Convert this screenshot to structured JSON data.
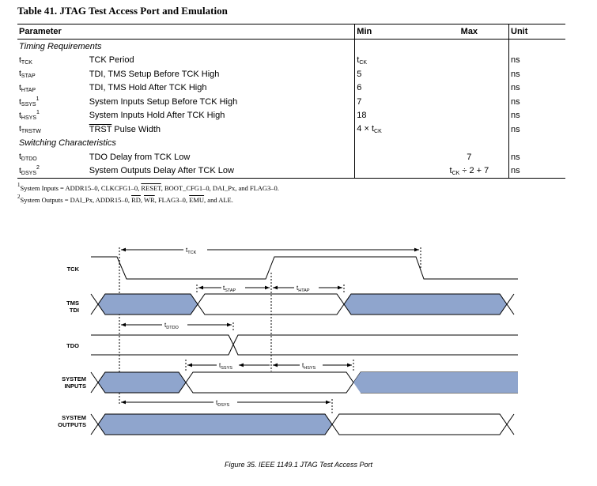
{
  "table": {
    "title": "Table 41.  JTAG Test Access Port and Emulation",
    "headers": {
      "parameter": "Parameter",
      "min": "Min",
      "max": "Max",
      "unit": "Unit"
    },
    "sections": [
      {
        "name": "Timing Requirements",
        "rows": [
          {
            "sym": "t",
            "sub": "TCK",
            "sup": "",
            "desc": "TCK Period",
            "desc_over": "",
            "desc_rest": "",
            "min": "t",
            "min_sub": "CK",
            "min_pre": "",
            "max": "",
            "unit": "ns"
          },
          {
            "sym": "t",
            "sub": "STAP",
            "sup": "",
            "desc": "TDI, TMS Setup Before TCK High",
            "desc_over": "",
            "desc_rest": "",
            "min": "5",
            "min_sub": "",
            "min_pre": "",
            "max": "",
            "unit": "ns"
          },
          {
            "sym": "t",
            "sub": "HTAP",
            "sup": "",
            "desc": "TDI, TMS Hold After TCK High",
            "desc_over": "",
            "desc_rest": "",
            "min": "6",
            "min_sub": "",
            "min_pre": "",
            "max": "",
            "unit": "ns"
          },
          {
            "sym": "t",
            "sub": "SSYS",
            "sup": "1",
            "desc": "System Inputs Setup Before TCK High",
            "desc_over": "",
            "desc_rest": "",
            "min": "7",
            "min_sub": "",
            "min_pre": "",
            "max": "",
            "unit": "ns"
          },
          {
            "sym": "t",
            "sub": "HSYS",
            "sup": "1",
            "desc": "System Inputs Hold After TCK High",
            "desc_over": "",
            "desc_rest": "",
            "min": "18",
            "min_sub": "",
            "min_pre": "",
            "max": "",
            "unit": "ns"
          },
          {
            "sym": "t",
            "sub": "TRSTW",
            "sup": "",
            "desc": "",
            "desc_over": "TRST",
            "desc_rest": " Pulse Width",
            "min": "t",
            "min_sub": "CK",
            "min_pre": "4 × ",
            "max": "",
            "unit": "ns"
          }
        ]
      },
      {
        "name": "Switching Characteristics",
        "rows": [
          {
            "sym": "t",
            "sub": "DTDO",
            "sup": "",
            "desc": "TDO Delay from TCK Low",
            "max": "7",
            "max_sub": "",
            "max_rest": "",
            "unit": "ns"
          },
          {
            "sym": "t",
            "sub": "DSYS",
            "sup": "2",
            "desc": "System Outputs Delay After TCK Low",
            "max": "t",
            "max_sub": "CK",
            "max_rest": " ÷ 2 + 7",
            "unit": "ns"
          }
        ]
      }
    ]
  },
  "notes": {
    "n1_mark": "1",
    "n1_a": "System Inputs = ADDR15–0, CLKCFG1–0, ",
    "n1_over": "RESET",
    "n1_b": ", BOOT_CFG1–0, DAI_Px, and FLAG3–0.",
    "n2_mark": "2",
    "n2_a": "System Outputs = DAI_Px, ADDR15–0, ",
    "n2_rd": "RD",
    "n2_sep1": ", ",
    "n2_wr": "WR",
    "n2_sep2": ", FLAG3–0, ",
    "n2_emu": "EMU",
    "n2_b": ", and ALE."
  },
  "diagram": {
    "signals": {
      "tck": "TCK",
      "tms_1": "TMS",
      "tms_2": "TDI",
      "tdo": "TDO",
      "sysin_1": "SYSTEM",
      "sysin_2": "INPUTS",
      "sysout_1": "SYSTEM",
      "sysout_2": "OUTPUTS"
    },
    "timing_labels": {
      "tck": {
        "t": "t",
        "sub": "TCK"
      },
      "stap": {
        "t": "t",
        "sub": "STAP"
      },
      "htap": {
        "t": "t",
        "sub": "HTAP"
      },
      "dtdo": {
        "t": "t",
        "sub": "DTDO"
      },
      "ssys": {
        "t": "t",
        "sub": "SSYS"
      },
      "hsys": {
        "t": "t",
        "sub": "HSYS"
      },
      "dsys": {
        "t": "t",
        "sub": "DSYS"
      }
    },
    "fill_color": "#8fa5cd"
  },
  "caption": "Figure 35.  IEEE 1149.1 JTAG Test Access Port"
}
